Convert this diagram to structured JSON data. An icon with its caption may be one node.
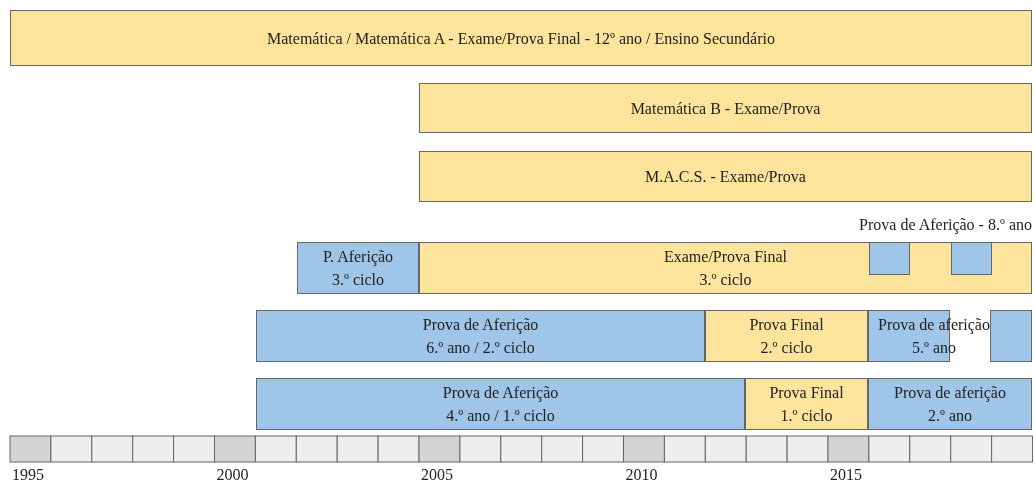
{
  "diagram": {
    "nodes": [
      {
        "text": [
          "Matemática / Matemática A - Exame/Prova Final - 12º ano / Ensino Secundário"
        ]
      },
      {
        "text": [
          "Matemática B - Exame/Prova"
        ]
      },
      {
        "text": [
          "M.A.C.S. - Exame/Prova"
        ]
      },
      {
        "text": [
          "P. Aferição 3.º ciclo"
        ]
      },
      {
        "text": [
          "Exame/Prova Final 3.º ciclo"
        ]
      },
      {
        "text": [],
        "shape": "box",
        "in": 4
      },
      {
        "text": [],
        "shape": "box",
        "in": 4
      },
      {
        "text": [
          "Prova de Aferição 6.º ano / 2.º ciclo"
        ]
      },
      {
        "text": [
          "Prova Final 2.º ciclo"
        ]
      },
      {
        "text": [
          "Prova de aferição 5.º ano"
        ]
      },
      {
        "text": [],
        "shape": "box"
      },
      {
        "text": [
          "Prova de Aferição 4.º ano / 1.º ciclo"
        ]
      },
      {
        "text": [
          "Prova Final 1.º ciclo"
        ]
      },
      {
        "text": [
          "Prova de aferição 2.º ano"
        ]
      }
    ],
    "labels": [
      "Prova de Aferição - 8.º ano",
      "1995",
      "2000",
      "2005",
      "2010",
      "2015"
    ]
  }
}
